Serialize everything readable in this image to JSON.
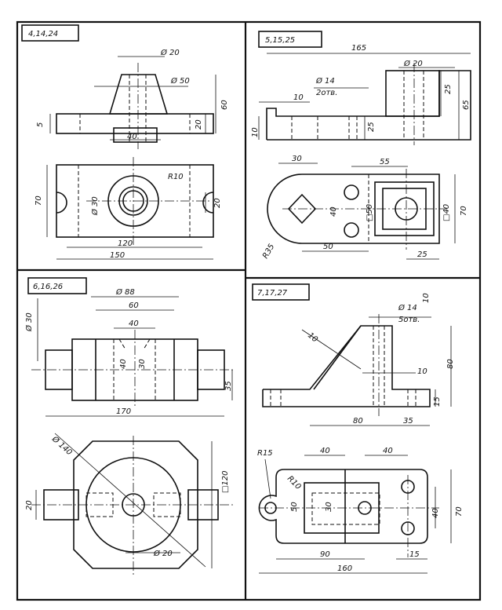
{
  "panels": [
    {
      "tag": "4,14,24",
      "dims": {
        "d_top": "Ø 20",
        "d_mid": "Ø 50",
        "h60": "60",
        "h5": "5",
        "h20": "20",
        "w40": "40",
        "h70": "70",
        "d30": "Ø 30",
        "r10": "R10",
        "w20": "20",
        "w120": "120",
        "w150": "150"
      }
    },
    {
      "tag": "5,15,25",
      "dims": {
        "w165": "165",
        "d20": "Ø 20",
        "d14": "Ø 14",
        "holes": "2отв.",
        "w10": "10",
        "h25a": "25",
        "h65": "65",
        "h25b": "25",
        "h10": "10",
        "w30": "30",
        "w55": "55",
        "h40": "40",
        "sq50": "□50",
        "sq40": "□40",
        "h70": "70",
        "r35": "R35",
        "w50": "50",
        "w25": "25"
      }
    },
    {
      "tag": "6,16,26",
      "dims": {
        "d88": "Ø 88",
        "w60": "60",
        "w40": "40",
        "d30": "Ø 30",
        "h40": "40",
        "h30": "30",
        "h35": "35",
        "w170": "170",
        "d140": "Ø 140",
        "sq120": "□120",
        "h20": "20",
        "d20": "Ø 20"
      }
    },
    {
      "tag": "7,17,27",
      "dims": {
        "d14": "Ø 14",
        "holes": "5отв.",
        "h10a": "10",
        "t10": "10",
        "w10": "10",
        "h80": "80",
        "h15": "15",
        "w80": "80",
        "w35": "35",
        "r15": "R15",
        "r10": "R10",
        "w40a": "40",
        "w40b": "40",
        "h50": "50",
        "h30": "30",
        "h40": "40",
        "h70": "70",
        "w90": "90",
        "w15": "15",
        "w160": "160"
      }
    }
  ]
}
